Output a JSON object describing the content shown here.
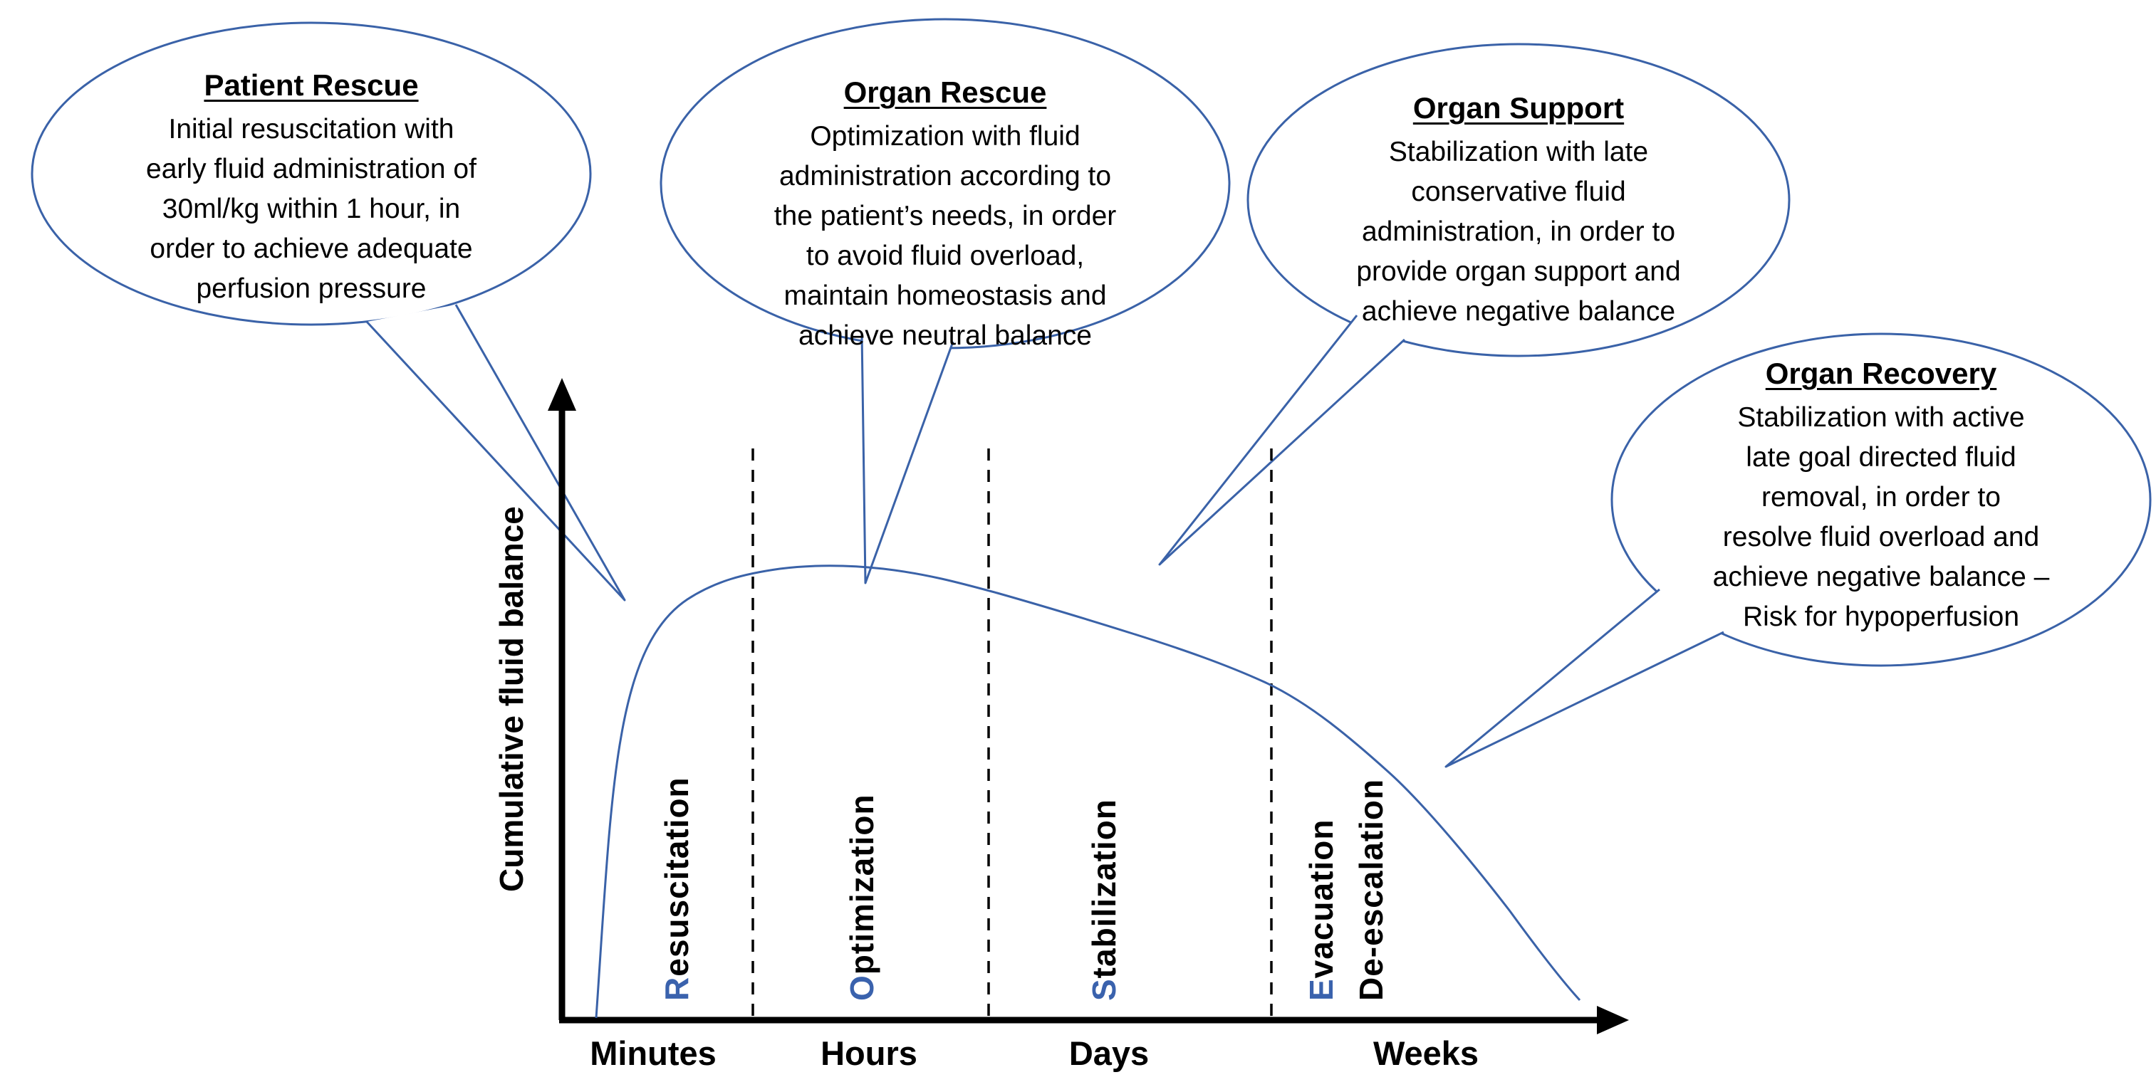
{
  "colors": {
    "accent_blue": "#3A62A8",
    "initial_blue": "#3A62AD",
    "text_black": "#000000",
    "background": "#FFFFFF"
  },
  "y_axis_label": "Cumulative fluid balance",
  "x_axis_labels": [
    "Minutes",
    "Hours",
    "Days",
    "Weeks"
  ],
  "phases": [
    {
      "initial": "R",
      "rest": "esuscitation"
    },
    {
      "initial": "O",
      "rest": "ptimization"
    },
    {
      "initial": "S",
      "rest": "tabilization"
    },
    {
      "initial": "E",
      "rest": "vacuation",
      "second_line": "De-escalation"
    }
  ],
  "bubbles": [
    {
      "title": "Patient Rescue",
      "body": "Initial resuscitation with\nearly fluid administration of\n30ml/kg within 1 hour, in\norder to achieve adequate\nperfusion pressure"
    },
    {
      "title": "Organ Rescue",
      "body": "Optimization with fluid\nadministration according to\nthe patient’s needs, in order\nto avoid fluid overload,\nmaintain homeostasis and\nachieve neutral balance"
    },
    {
      "title": "Organ Support",
      "body": "Stabilization with late\nconservative fluid\nadministration, in order to\nprovide organ support and\nachieve negative balance"
    },
    {
      "title": "Organ Recovery",
      "body": "Stabilization with active\nlate goal directed fluid\nremoval, in order to\nresolve fluid overload and\nachieve negative balance –\nRisk for hypoperfusion"
    }
  ]
}
